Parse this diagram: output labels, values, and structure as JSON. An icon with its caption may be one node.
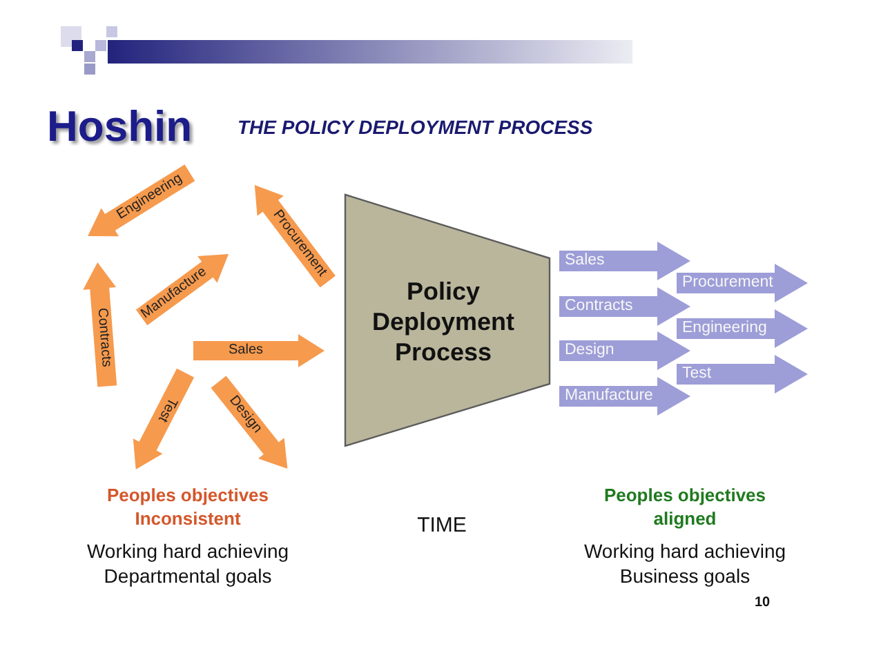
{
  "diagram": {
    "title": "Hoshin",
    "nodes": [
      {
        "text": [
          "Engineering"
        ]
      },
      {
        "text": [
          "Procurement"
        ]
      },
      {
        "text": [
          "Manufacture"
        ]
      },
      {
        "text": [
          "Contracts"
        ]
      },
      {
        "text": [
          "Sales"
        ]
      },
      {
        "text": [
          "Test"
        ]
      },
      {
        "text": [
          "Design"
        ]
      },
      {
        "text": [
          "Policy Deployment Process"
        ]
      },
      {
        "text": [
          "Sales"
        ]
      },
      {
        "text": [
          "Procurement"
        ]
      },
      {
        "text": [
          "Contracts"
        ]
      },
      {
        "text": [
          "Engineering"
        ]
      },
      {
        "text": [
          "Design"
        ]
      },
      {
        "text": [
          "Test"
        ]
      },
      {
        "text": [
          "Manufacture"
        ]
      }
    ],
    "labels": [
      "THE POLICY DEPLOYMENT PROCESS",
      "Peoples objectives Inconsistent",
      "Working hard achieving Departmental goals",
      "TIME",
      "Peoples objectives aligned",
      "Working hard achieving Business goals",
      "10"
    ]
  }
}
